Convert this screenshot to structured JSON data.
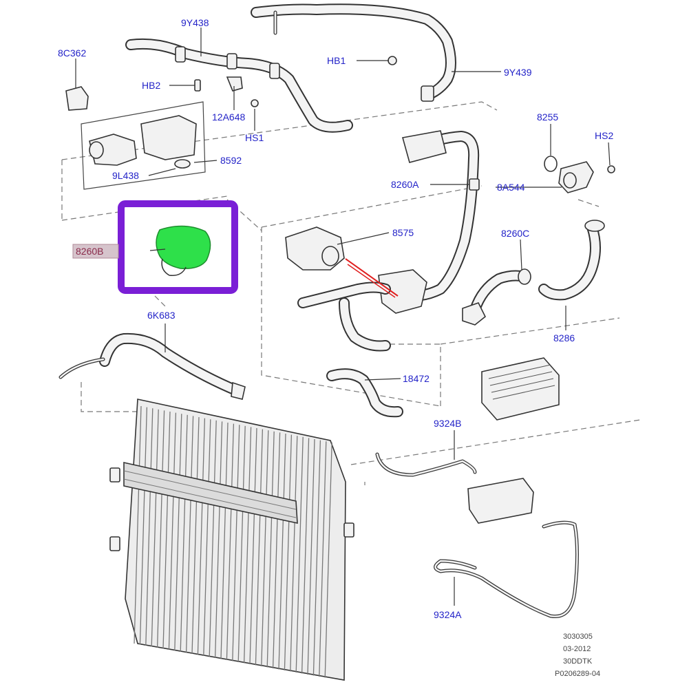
{
  "labels": {
    "p_9y438": "9Y438",
    "p_8c362": "8C362",
    "p_hb2": "HB2",
    "p_12a648": "12A648",
    "p_hs1": "HS1",
    "p_hb1": "HB1",
    "p_9y439": "9Y439",
    "p_8592": "8592",
    "p_9l438": "9L438",
    "p_8255": "8255",
    "p_hs2": "HS2",
    "p_8260a": "8260A",
    "p_8a544": "8A544",
    "p_8575": "8575",
    "p_8260c": "8260C",
    "p_8260b": "8260B",
    "p_6k683": "6K683",
    "p_8286": "8286",
    "p_18472": "18472",
    "p_9324b": "9324B",
    "p_9324a": "9324A"
  },
  "footer": {
    "line1": "3030305",
    "line2": "03-2012",
    "line3": "30DDTK",
    "line4": "P0206289-04"
  },
  "colors": {
    "label_blue": "#2323c8",
    "highlight_purple": "#7a1fd6",
    "highlight_part_green": "#2ee04a",
    "pointer_red": "#e02020"
  }
}
